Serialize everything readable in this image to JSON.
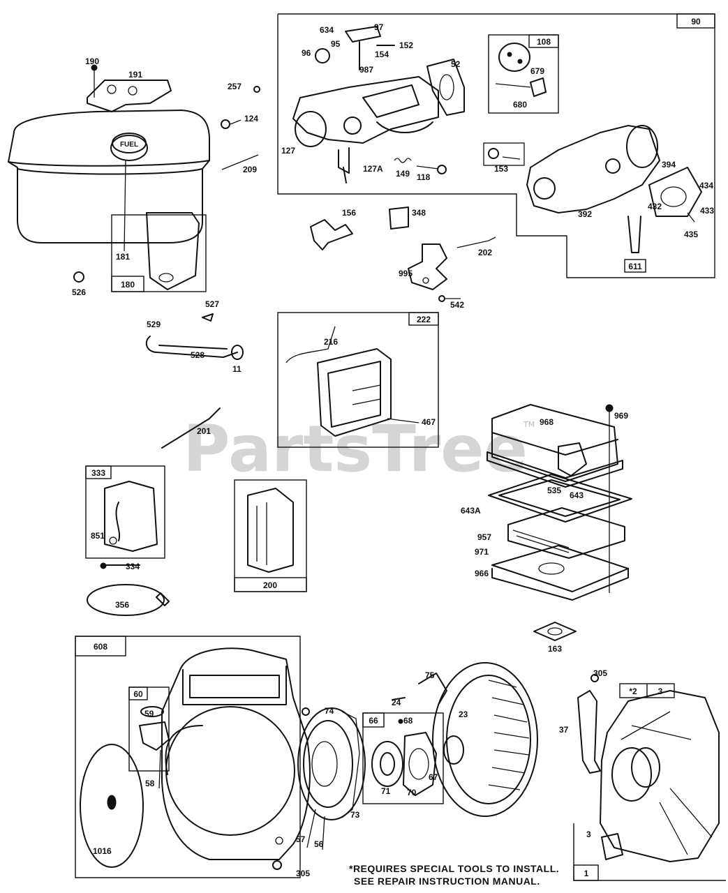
{
  "watermark": {
    "text": "PartsTree",
    "tm": "TM"
  },
  "note": {
    "line1": "*REQUIRES SPECIAL TOOLS TO INSTALL.",
    "line2": "SEE REPAIR INSTRUCTION MANUAL."
  },
  "fuel_cap_text": "FUEL",
  "boxes": {
    "b90": "90",
    "b108": "108",
    "b611": "611",
    "b180": "180",
    "b222": "222",
    "b333": "333",
    "b200": "200",
    "b608": "608",
    "b60": "60",
    "b66": "66",
    "b2": "*2",
    "b3": "3",
    "b1": "1"
  },
  "callouts": {
    "c634": "634",
    "c97": "97",
    "c95": "95",
    "c152": "152",
    "c154": "154",
    "c96": "96",
    "c987": "987",
    "c52": "52",
    "c679": "679",
    "c680": "680",
    "c127": "127",
    "c127A": "127A",
    "c149": "149",
    "c118": "118",
    "c153": "153",
    "c394": "394",
    "c434": "434",
    "c433": "433",
    "c392": "392",
    "c432": "432",
    "c435": "435",
    "c190": "190",
    "c191": "191",
    "c257": "257",
    "c124": "124",
    "c209": "209",
    "c181": "181",
    "c526": "526",
    "c156": "156",
    "c348": "348",
    "c202": "202",
    "c995": "995",
    "c542": "542",
    "c527": "527",
    "c529": "529",
    "c528": "528",
    "c11": "11",
    "c216": "216",
    "c467": "467",
    "c201": "201",
    "c968": "968",
    "c969": "969",
    "c535": "535",
    "c643": "643",
    "c643A": "643A",
    "c957": "957",
    "c971": "971",
    "c966": "966",
    "c851": "851",
    "c334": "334",
    "c356": "356",
    "c163": "163",
    "c305a": "305",
    "c37": "37",
    "c74": "74",
    "c75": "75",
    "c24": "24",
    "c23": "23",
    "c68": "68",
    "c59": "59",
    "c58": "58",
    "c71": "71",
    "c70": "70",
    "c67": "67",
    "c73": "73",
    "c57": "57",
    "c56": "56",
    "c1016": "1016",
    "c305b": "305",
    "c3": "3"
  }
}
